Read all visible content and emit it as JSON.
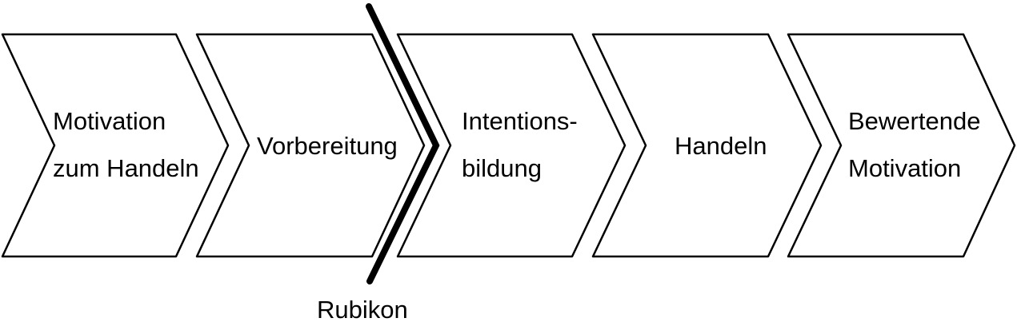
{
  "steps": [
    {
      "lines": [
        "Motivation",
        "zum Handeln"
      ]
    },
    {
      "lines": [
        "Vorbereitung"
      ]
    },
    {
      "lines": [
        "Intentions-",
        "bildung"
      ]
    },
    {
      "lines": [
        "Handeln"
      ]
    },
    {
      "lines": [
        "Bewertende",
        "Motivation"
      ]
    }
  ],
  "rubikon": {
    "label": "Rubikon"
  },
  "colors": {
    "stroke": "#000000",
    "fill": "#ffffff",
    "text": "#000000"
  }
}
